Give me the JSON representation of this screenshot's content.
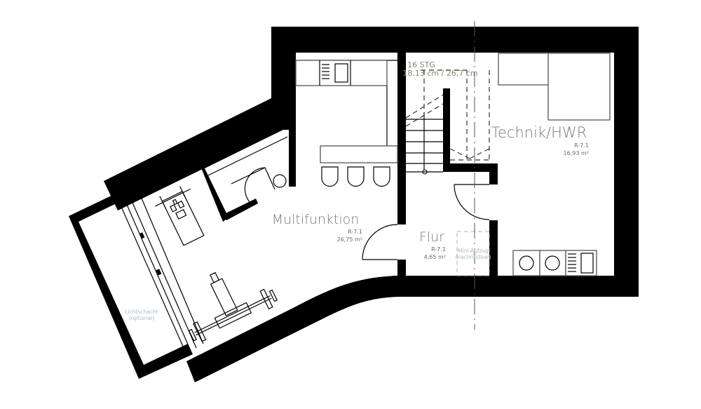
{
  "plan": {
    "rooms": {
      "multifunktion": {
        "name": "Multifunktion",
        "code": "R-7.1",
        "area": "26,75 m²"
      },
      "technik": {
        "name": "Technik/HWR",
        "code": "R-7.1",
        "area": "16,93 m²"
      },
      "flur": {
        "name": "Flur",
        "code": "R-7.1",
        "area": "4,65 m²"
      }
    },
    "stairs": {
      "steps": "16 STG",
      "dimensions": "18,13 cm / 26,7 cm"
    },
    "annotations": {
      "lift_line1": "Mini-Aufzug",
      "lift_line2": "(nachrüstbar)",
      "lightwell_line1": "Lichtschacht",
      "lightwell_line2": "(optional)"
    },
    "colors": {
      "wall": "#000000",
      "room_label": "#7a7a6e",
      "annotation": "#a9b8c8",
      "background": "#ffffff"
    }
  }
}
